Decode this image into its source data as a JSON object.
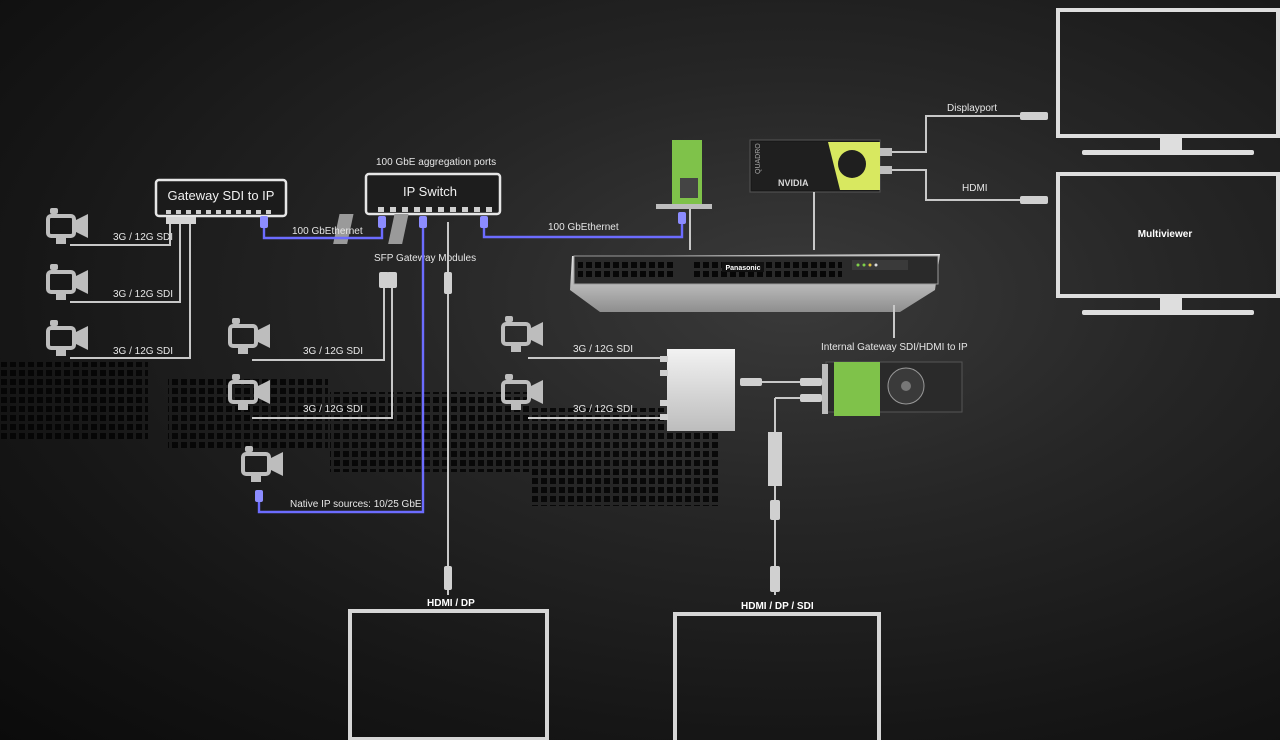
{
  "devices": {
    "gateway_sdi_to_ip": "Gateway SDI to IP",
    "ip_switch": "IP Switch",
    "aggregation_ports": "100 GbE aggregation ports",
    "sfp_modules": "SFP Gateway Modules",
    "internal_gateway": "Internal Gateway SDI/HDMI to IP",
    "server_brand": "Panasonic",
    "gpu_brand": "NVIDIA",
    "gpu_model": "QUADRO"
  },
  "links": {
    "sdi_1": "3G / 12G SDI",
    "sdi_2": "3G / 12G SDI",
    "sdi_3": "3G / 12G SDI",
    "sdi_4": "3G / 12G SDI",
    "sdi_5": "3G / 12G SDI",
    "sdi_6": "3G / 12G SDI",
    "sdi_7": "3G / 12G SDI",
    "gbe_left": "100 GbEthernet",
    "gbe_right": "100 GbEthernet",
    "native_ip": "Native IP sources: 10/25 GbE",
    "displayport": "Displayport",
    "hdmi": "HDMI",
    "hdmi_dp": "HDMI / DP",
    "hdmi_dp_sdi": "HDMI / DP / SDI"
  },
  "monitors": {
    "multiviewer": "Multiviewer"
  },
  "colors": {
    "ip_link": "#6c6cff",
    "sdi_link": "#c8c8c8",
    "pcb_green": "#7fc24a"
  },
  "icons": {
    "camera": "video-camera-icon",
    "monitor": "monitor-icon"
  }
}
